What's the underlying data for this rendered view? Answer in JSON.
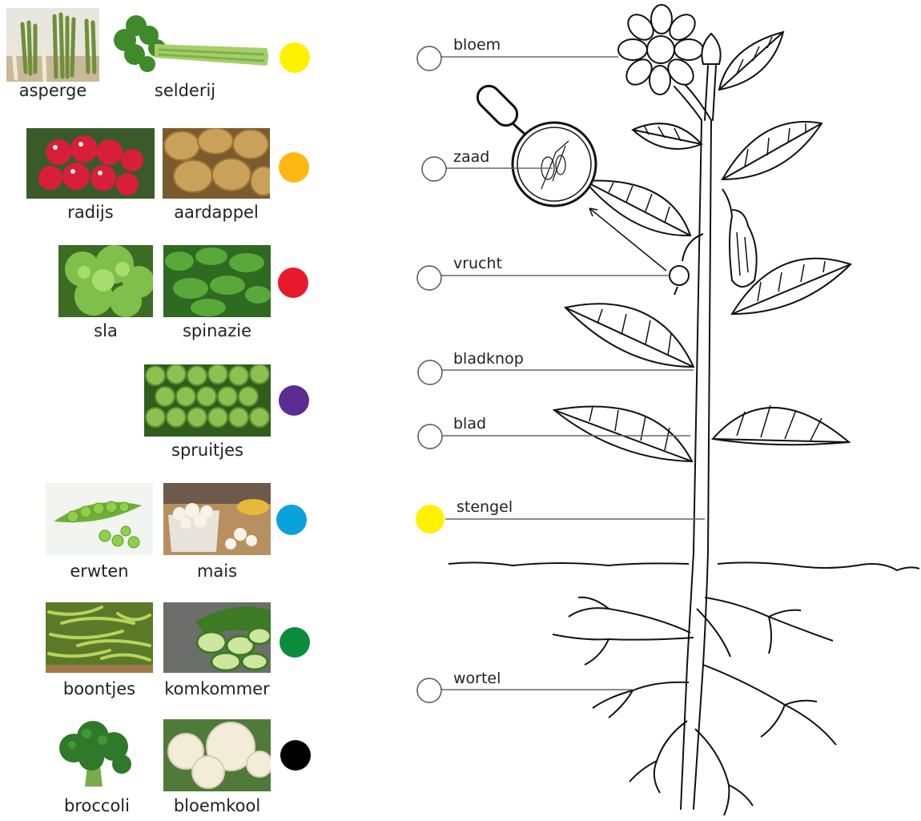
{
  "vegetable_rows": [
    {
      "items": [
        "asperge",
        "selderij"
      ],
      "dot_color": "#FFF200"
    },
    {
      "items": [
        "radijs",
        "aardappel"
      ],
      "dot_color": "#FDB813"
    },
    {
      "items": [
        "sla",
        "spinazie"
      ],
      "dot_color": "#E8192C"
    },
    {
      "items": [
        "spruitjes"
      ],
      "dot_color": "#5B2C91"
    },
    {
      "items": [
        "erwten",
        "mais"
      ],
      "dot_color": "#0AA2DD"
    },
    {
      "items": [
        "boontjes",
        "komkommer"
      ],
      "dot_color": "#0A8C3C"
    },
    {
      "items": [
        "broccoli",
        "bloemkool"
      ],
      "dot_color": "#000000"
    }
  ],
  "plant_parts": [
    {
      "label": "bloem",
      "answer_color": null
    },
    {
      "label": "zaad",
      "answer_color": null
    },
    {
      "label": "vrucht",
      "answer_color": null
    },
    {
      "label": "bladknop",
      "answer_color": null
    },
    {
      "label": "blad",
      "answer_color": null
    },
    {
      "label": "stengel",
      "answer_color": "#FFF200"
    },
    {
      "label": "wortel",
      "answer_color": null
    }
  ]
}
